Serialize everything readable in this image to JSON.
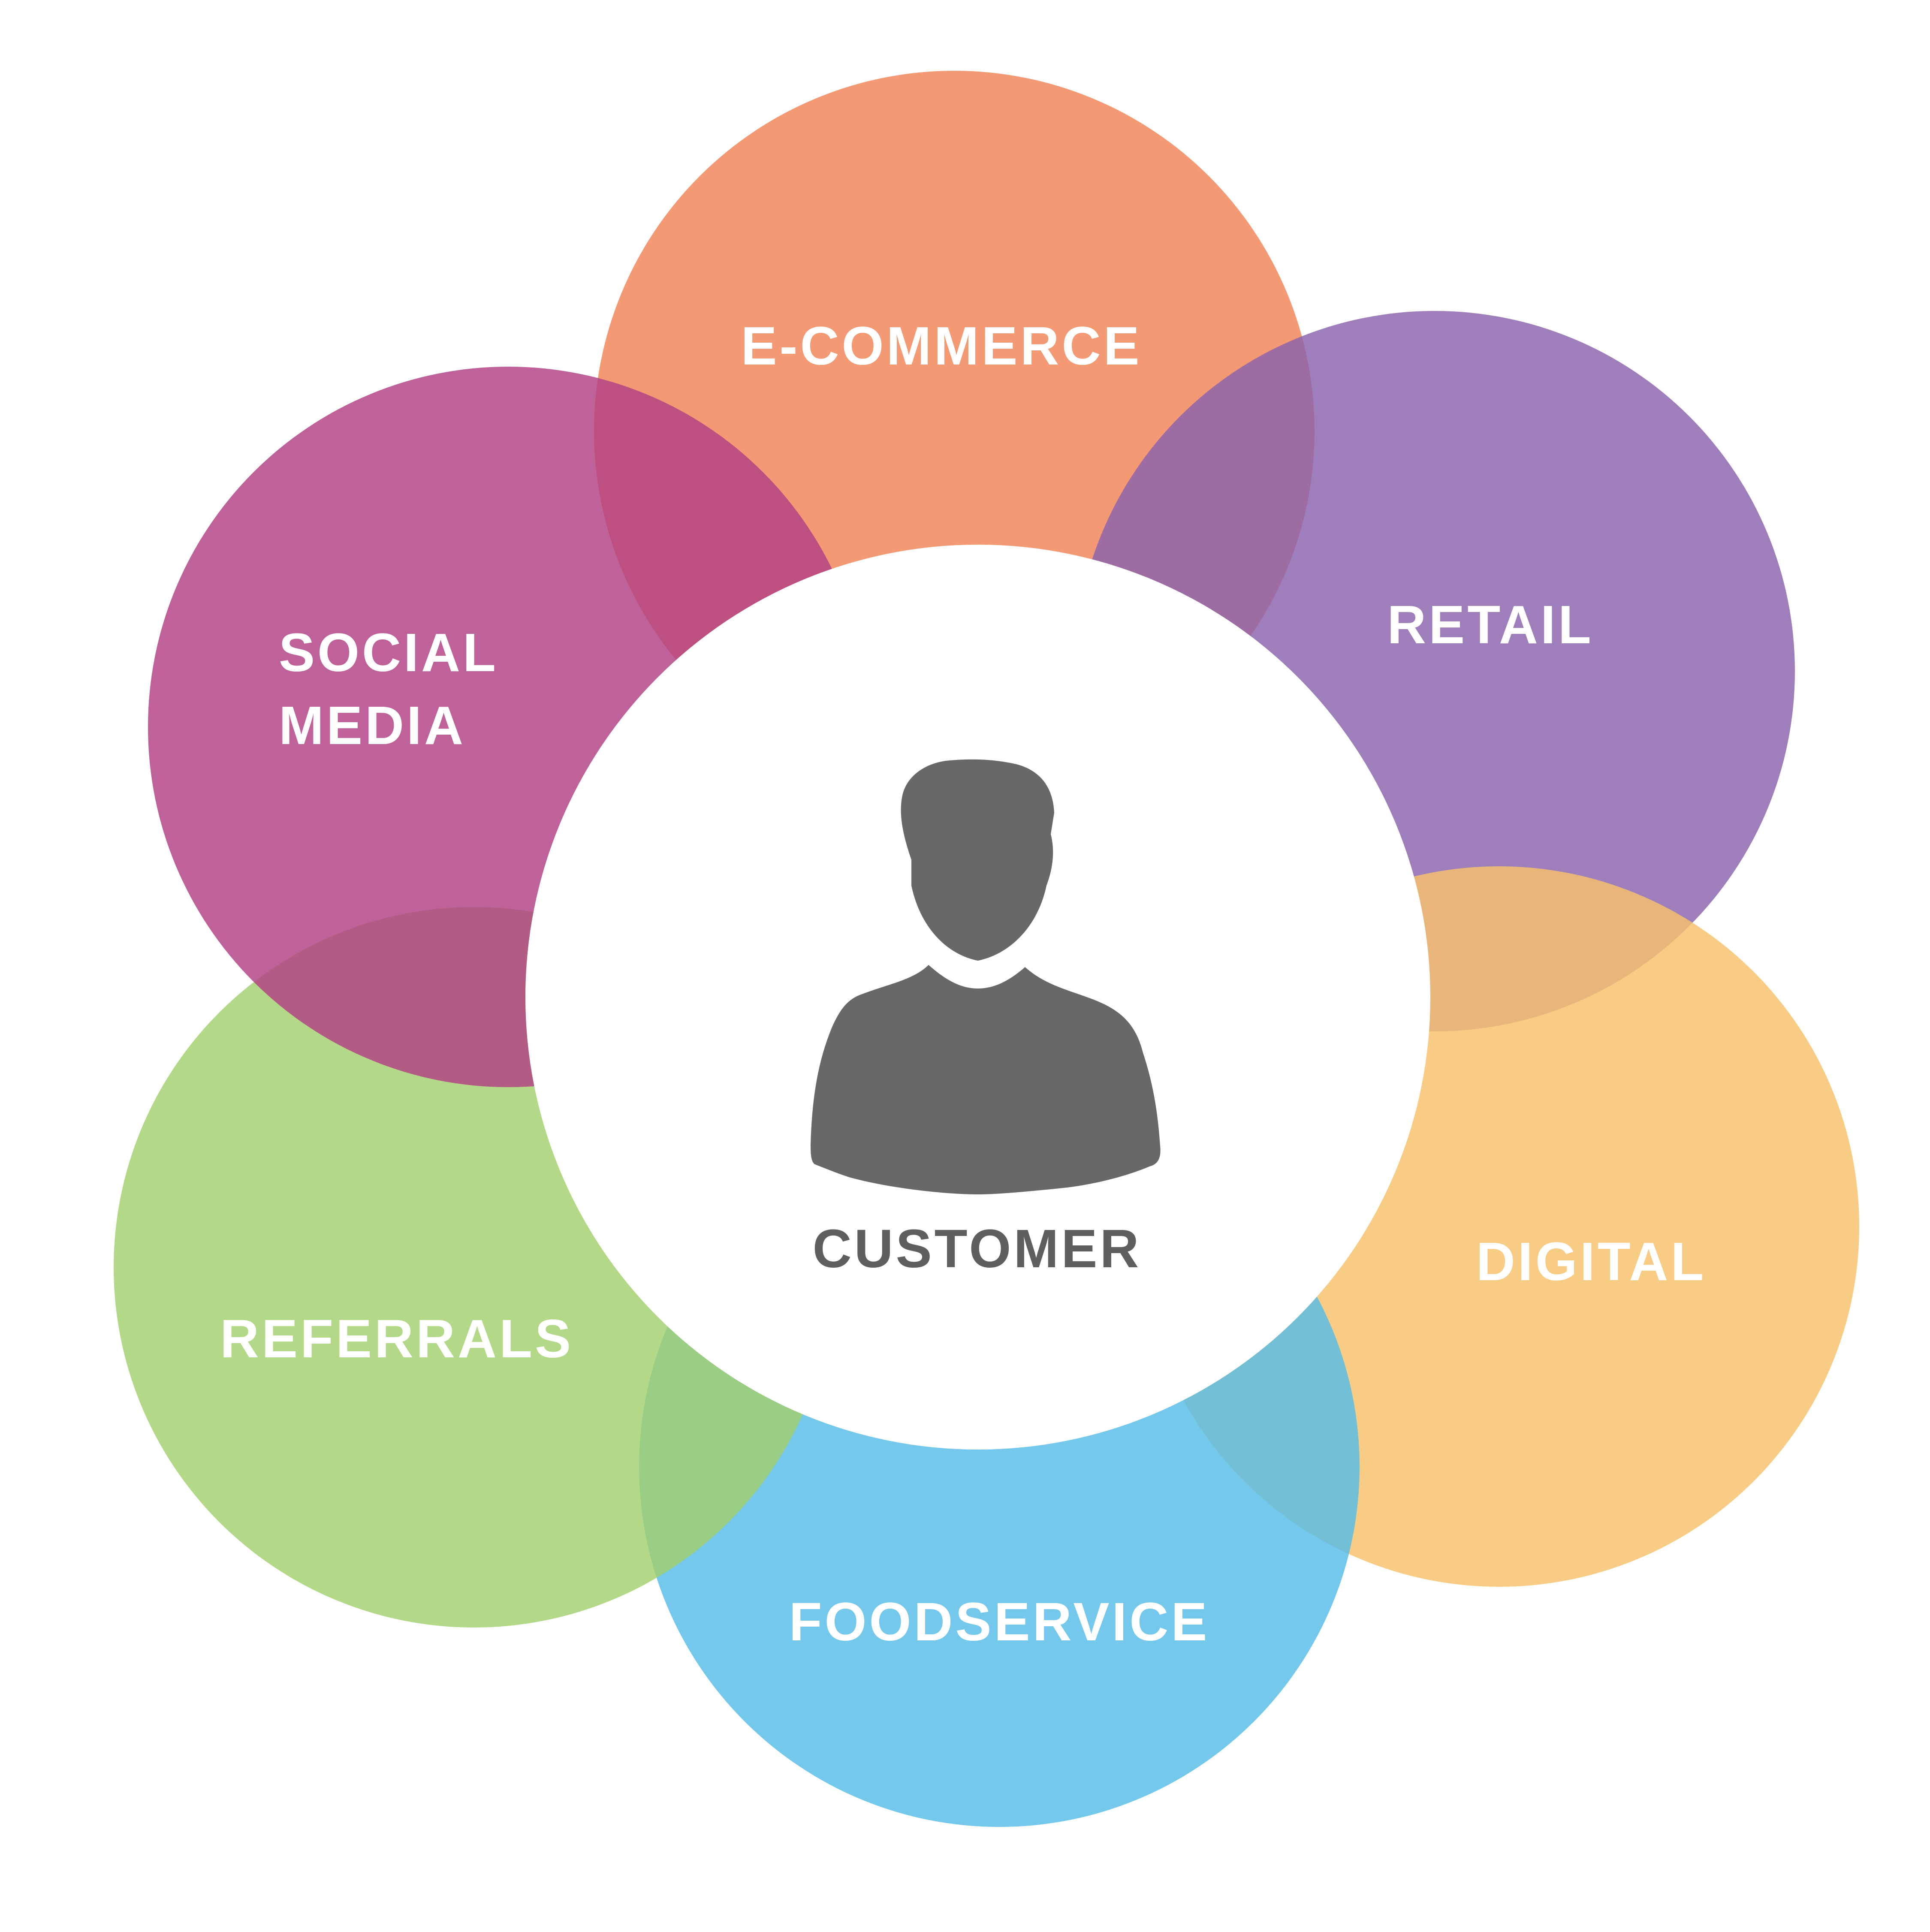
{
  "center": {
    "label": "CUSTOMER",
    "icon": "person-silhouette-icon",
    "text_color": "#5f5f5f",
    "icon_color": "#686868"
  },
  "segments": [
    {
      "id": "e-commerce",
      "label_lines": [
        "E-COMMERCE"
      ],
      "color": "#f08255"
    },
    {
      "id": "retail",
      "label_lines": [
        "RETAIL"
      ],
      "color": "#8a62ad"
    },
    {
      "id": "digital",
      "label_lines": [
        "DIGITAL"
      ],
      "color": "#f8c16b"
    },
    {
      "id": "foodservice",
      "label_lines": [
        "FOODSERVICE"
      ],
      "color": "#56bce6"
    },
    {
      "id": "referrals",
      "label_lines": [
        "REFERRALS"
      ],
      "color": "#a2d06e"
    },
    {
      "id": "social-media",
      "label_lines": [
        "SOCIAL",
        "MEDIA"
      ],
      "color": "#b23f84"
    }
  ]
}
